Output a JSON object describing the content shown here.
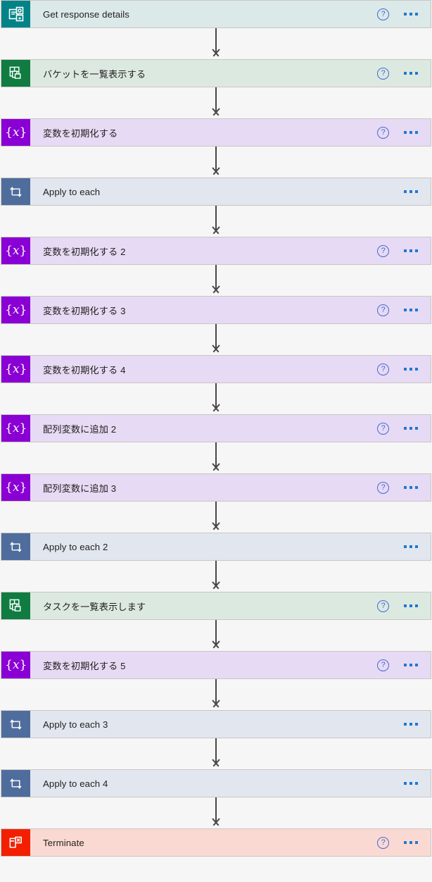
{
  "page": {
    "background": "#f6f6f6",
    "connector_color": "#484644",
    "help_icon": "help-circle-icon",
    "help_glyph": "?",
    "menu_icon": "ellipsis-menu-icon"
  },
  "palette": {
    "forms_icon_bg": "#038387",
    "forms_card_bg": "#dbe9e8",
    "planner_icon_bg": "#107c41",
    "planner_card_bg": "#dce9e0",
    "variable_icon_bg": "#8a00d4",
    "variable_card_bg": "#e7daf4",
    "loop_icon_bg": "#4f6d9c",
    "loop_card_bg": "#e1e6ef",
    "terminate_icon_bg": "#f22000",
    "terminate_card_bg": "#fbd9d3",
    "help_blue": "#4668d6",
    "menu_blue": "#1f78d1",
    "border": "#c8c6c4"
  },
  "steps": [
    {
      "title": "Get response details",
      "kind": "forms",
      "icon": "microsoft-forms-icon",
      "has_help": true
    },
    {
      "title": "バケットを一覧表示する",
      "kind": "planner",
      "icon": "planner-icon",
      "has_help": true
    },
    {
      "title": "変数を初期化する",
      "kind": "varop",
      "icon": "variable-icon",
      "has_help": true
    },
    {
      "title": "Apply to each",
      "kind": "loop",
      "icon": "loop-icon",
      "has_help": false
    },
    {
      "title": "変数を初期化する 2",
      "kind": "varop",
      "icon": "variable-icon",
      "has_help": true
    },
    {
      "title": "変数を初期化する 3",
      "kind": "varop",
      "icon": "variable-icon",
      "has_help": true
    },
    {
      "title": "変数を初期化する 4",
      "kind": "varop",
      "icon": "variable-icon",
      "has_help": true
    },
    {
      "title": "配列変数に追加 2",
      "kind": "varop",
      "icon": "variable-icon",
      "has_help": true
    },
    {
      "title": "配列変数に追加 3",
      "kind": "varop",
      "icon": "variable-icon",
      "has_help": true
    },
    {
      "title": "Apply to each 2",
      "kind": "loop",
      "icon": "loop-icon",
      "has_help": false
    },
    {
      "title": "タスクを一覧表示します",
      "kind": "planner",
      "icon": "planner-icon",
      "has_help": true
    },
    {
      "title": "変数を初期化する 5",
      "kind": "varop",
      "icon": "variable-icon",
      "has_help": true
    },
    {
      "title": "Apply to each 3",
      "kind": "loop",
      "icon": "loop-icon",
      "has_help": false
    },
    {
      "title": "Apply to each 4",
      "kind": "loop",
      "icon": "loop-icon",
      "has_help": false
    },
    {
      "title": "Terminate",
      "kind": "term",
      "icon": "terminate-icon",
      "has_help": true
    }
  ]
}
